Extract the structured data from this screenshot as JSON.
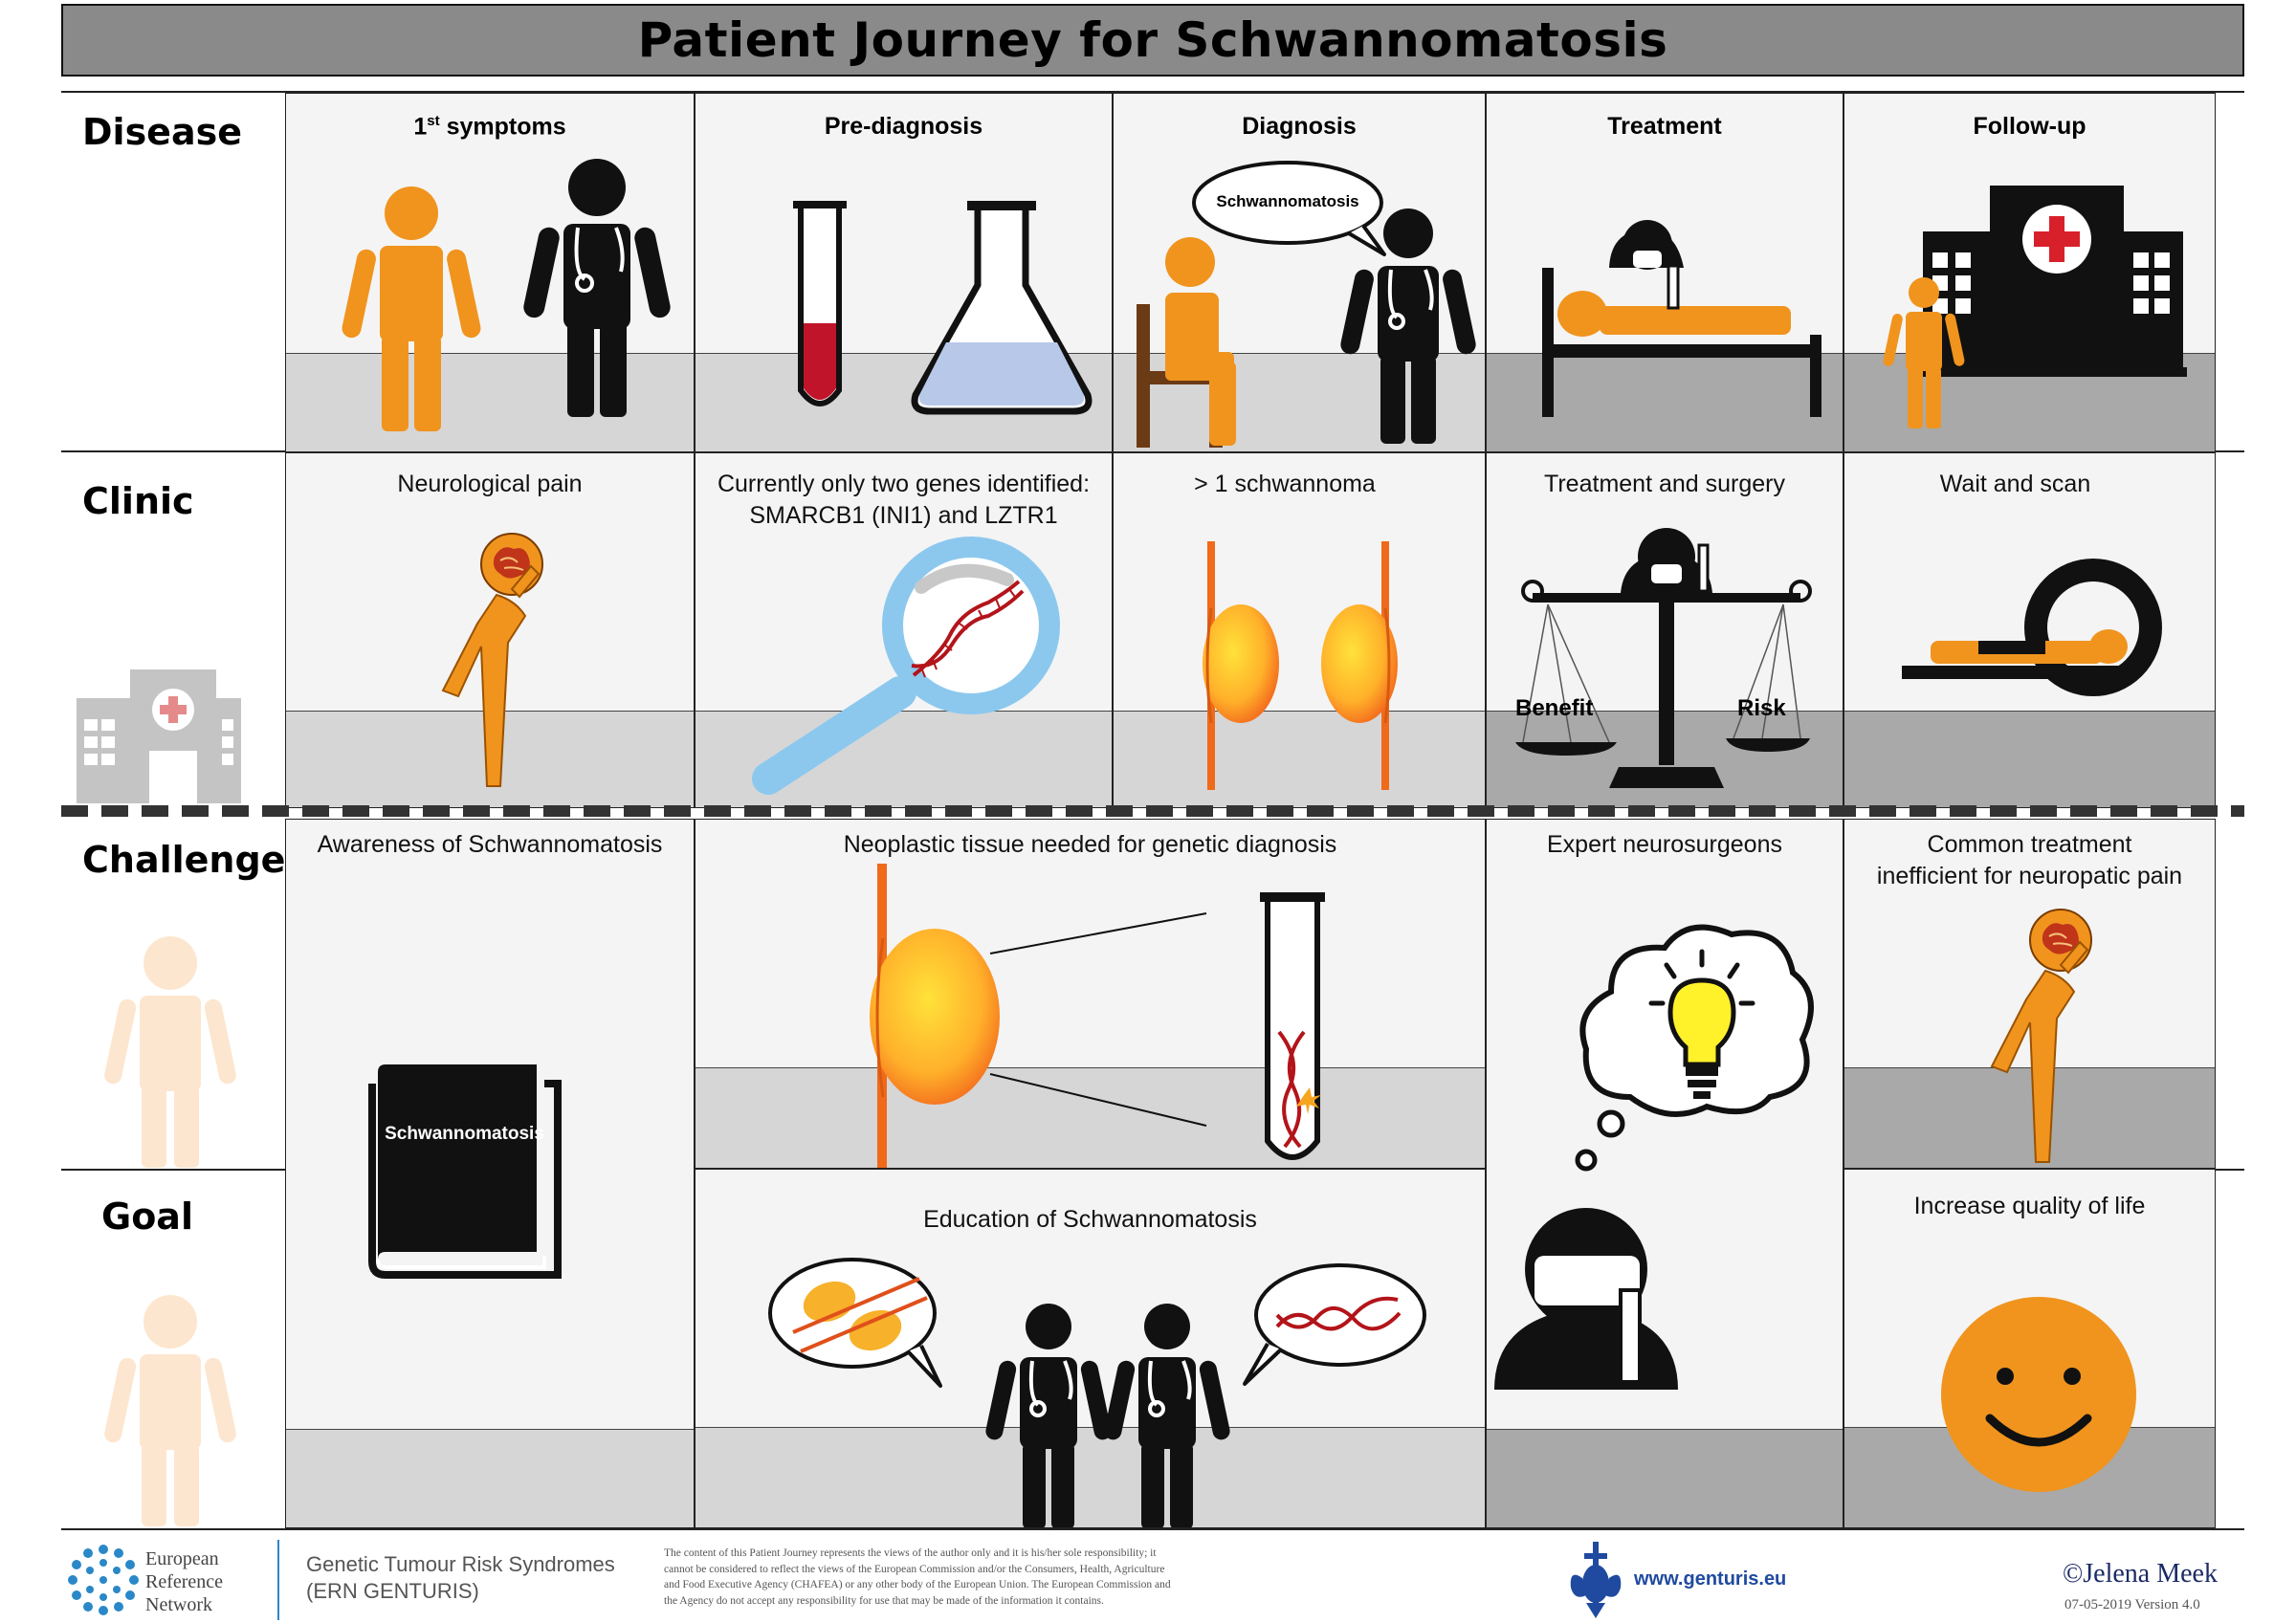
{
  "title": "Patient Journey for Schwannomatosis",
  "rows": {
    "disease": "Disease",
    "clinic": "Clinic",
    "challenge": "Challenge",
    "goal": "Goal"
  },
  "stages": {
    "first_symptoms_main": "1",
    "first_symptoms_sup": "st",
    "first_symptoms_rest": " symptoms",
    "pre_diagnosis": "Pre-diagnosis",
    "diagnosis": "Diagnosis",
    "treatment": "Treatment",
    "follow_up": "Follow-up"
  },
  "diagnosis_bubble": "Schwannomatosis",
  "clinic": {
    "symptoms": "Neurological pain",
    "pre_diagnosis_line1": "Currently only two genes identified:",
    "pre_diagnosis_line2": "SMARCB1 (INI1) and LZTR1",
    "diagnosis": "> 1 schwannoma",
    "treatment": "Treatment and surgery",
    "follow_up": "Wait and scan",
    "benefit": "Benefit",
    "risk": "Risk"
  },
  "challenge": {
    "awareness": "Awareness of Schwannomatosis",
    "tissue": "Neoplastic tissue needed for genetic diagnosis",
    "neurosurgeons": "Expert neurosurgeons",
    "pain_line1": "Common treatment",
    "pain_line2": "inefficient for neuropatic pain"
  },
  "goal": {
    "education": "Education of Schwannomatosis",
    "quality": "Increase quality of life"
  },
  "book_label": "Schwannomatosis",
  "footer": {
    "ern_line1": "European",
    "ern_line2": "Reference",
    "ern_line3": "Network",
    "genturis_line1": "Genetic Tumour Risk Syndromes",
    "genturis_line2": "(ERN GENTURIS)",
    "disclaimer_1": "The content of this Patient Journey represents the views of the author only and it is his/her sole responsibility; it",
    "disclaimer_2": "cannot be considered to reflect the views of the European Commission and/or the Consumers, Health, Agriculture",
    "disclaimer_3": "and Food Executive Agency (CHAFEA) or any other body of the European Union. The European Commission and",
    "disclaimer_4": "the Agency do not accept any responsibility for use that may be made of the information it contains.",
    "website": "www.genturis.eu",
    "author": "©Jelena Meek",
    "version": "07-05-2019 Version 4.0"
  },
  "colors": {
    "orange": "#f0941e",
    "black": "#111111",
    "title_gray": "#8a8a8a",
    "cell_bg": "#f4f4f4",
    "floor_light": "#d6d6d6",
    "floor_dark": "#a9a9a9",
    "blue": "#8cc8ee",
    "red_cross": "#d8202a",
    "skin": "#f9dcbf"
  },
  "icons": [
    "person-icon",
    "doctor-icon",
    "test-tube-icon",
    "flask-icon",
    "speech-bubble-icon",
    "hospital-bed-icon",
    "hospital-icon",
    "brain-pain-icon",
    "magnifier-dna-icon",
    "schwannoma-icon",
    "scale-icon",
    "mri-scanner-icon",
    "book-icon",
    "thought-cloud-icon",
    "lightbulb-icon",
    "surgeon-icon",
    "smiley-icon"
  ]
}
